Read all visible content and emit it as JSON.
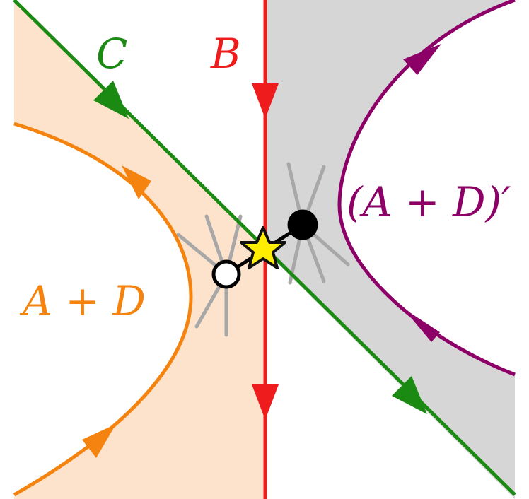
{
  "labels": {
    "C": "C",
    "B": "B",
    "A_plus_D": "A + D",
    "A_plus_D_prime": "(A + D)′"
  },
  "colors": {
    "peach_region": "#fde3cb",
    "gray_region": "#d6d6d6",
    "C_line": "#1a8a12",
    "B_line": "#ee1c1c",
    "A_plus_D_curve": "#f5830f",
    "A_plus_D_prime_curve": "#8c0068",
    "spokes": "#a8a8a8",
    "star_fill": "#ffee00",
    "star_stroke": "#111111",
    "open_dot_fill": "#ffffff",
    "filled_dot_fill": "#000000"
  },
  "markers": {
    "star": "intersection-star",
    "open_dot": "open-circle",
    "filled_dot": "filled-circle"
  }
}
